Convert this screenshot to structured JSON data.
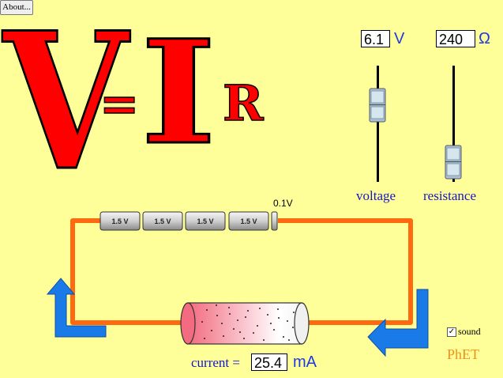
{
  "about_button": {
    "label": "About..."
  },
  "equation": {
    "v": "V",
    "equals": "=",
    "i": "I",
    "r": "R",
    "color": "#ff0000"
  },
  "voltage": {
    "value": "6.1",
    "unit": "V",
    "label": "voltage",
    "slider_level": 0.72
  },
  "resistance": {
    "value": "240",
    "unit": "Ω",
    "label": "resistance",
    "slider_level": 0.25
  },
  "battery": {
    "cells": [
      "1.5 V",
      "1.5 V",
      "1.5 V",
      "1.5 V"
    ],
    "extra_cell_label": "0.1V"
  },
  "current": {
    "label": "current =",
    "value": "25.4",
    "unit": "mA"
  },
  "sound": {
    "label": "sound",
    "checked": true
  },
  "brand": {
    "label": "PhET",
    "color": "#f0901a"
  },
  "colors": {
    "background": "#ffff99",
    "wire": "#ff6a10",
    "arrow": "#1a7ae8",
    "text_blue": "#1616c8"
  }
}
